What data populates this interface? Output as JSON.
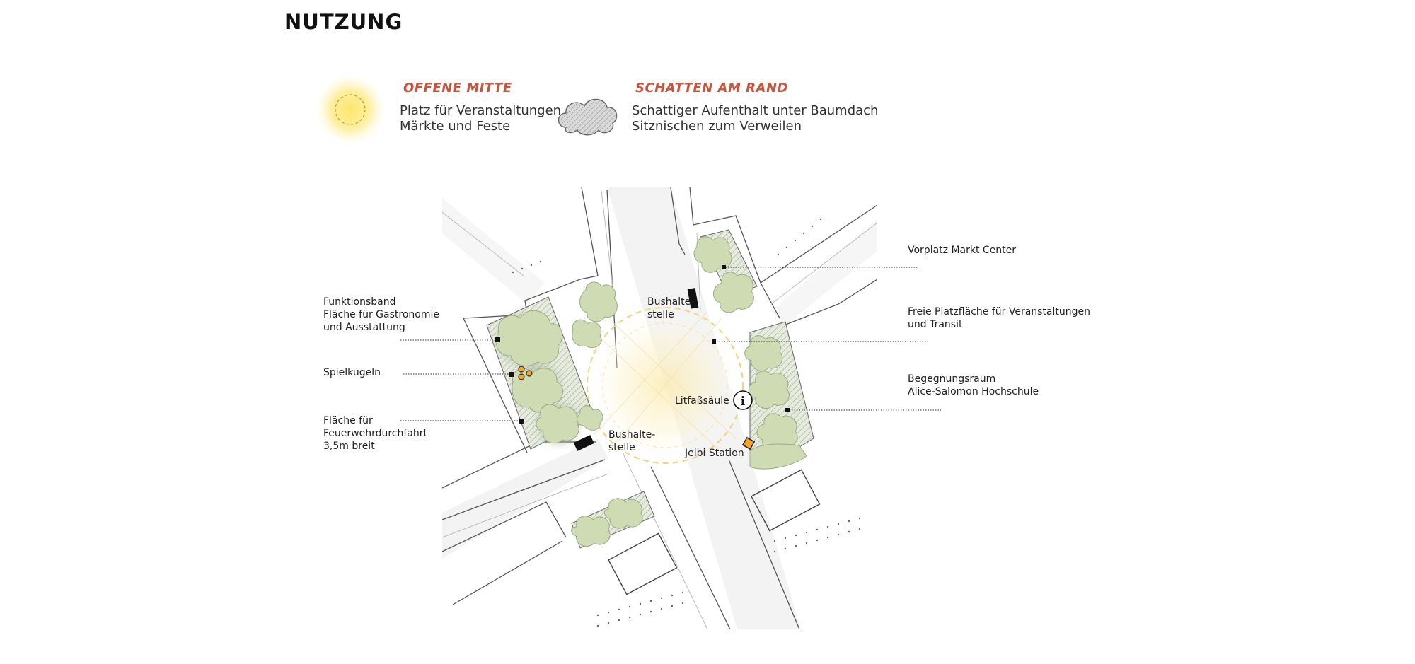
{
  "page_title": "NUTZUNG",
  "colors": {
    "accent": "#c8553d",
    "sun": "#fde66a",
    "tree": "#cfdcb3",
    "tree_shadow": "#9aab87",
    "jelbi": "#f5a623",
    "ink": "#111111"
  },
  "legend": {
    "offene_mitte": {
      "heading": "OFFENE MITTE",
      "line1": "Platz für Veranstaltungen",
      "line2": "Märkte und Feste",
      "icon": "sun-circle-icon"
    },
    "schatten_am_rand": {
      "heading": "SCHATTEN AM RAND",
      "line1": "Schattiger Aufenthalt unter Baumdach",
      "line2": "Sitznischen zum Verweilen",
      "icon": "cloud-tree-icon"
    }
  },
  "labels": {
    "funktionsband": {
      "line1": "Funktionsband",
      "line2": "Fläche für Gastronomie",
      "line3": "und Ausstattung"
    },
    "spielkugeln": "Spielkugeln",
    "feuerwehr": {
      "line1": "Fläche für",
      "line2": "Feuerwehrdurchfahrt",
      "line3": "3,5m breit"
    },
    "vorplatz": "Vorplatz Markt Center",
    "freie_platz": {
      "line1": "Freie Platzfläche für Veranstaltungen",
      "line2": "und Transit"
    },
    "begegnung": {
      "line1": "Begegnungsraum",
      "line2": "Alice-Salomon Hochschule"
    },
    "bushalte_north": {
      "line1": "Bushalte-",
      "line2": "stelle"
    },
    "bushalte_south": {
      "line1": "Bushalte-",
      "line2": "stelle"
    },
    "litfass": "Litfaßsäule",
    "jelbi": "Jelbi Station",
    "info_glyph": "i"
  }
}
